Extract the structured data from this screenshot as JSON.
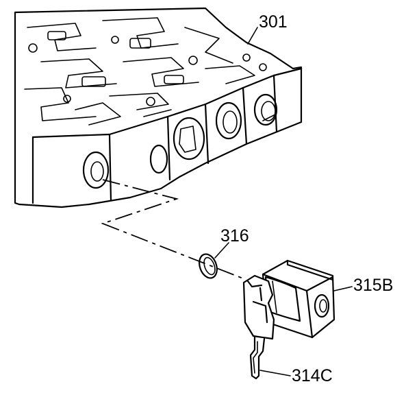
{
  "labels": {
    "valve_body": "301",
    "o_ring": "316",
    "solenoid": "315B",
    "clip": "314C"
  },
  "colors": {
    "ink": "#000000",
    "paper": "#ffffff"
  }
}
